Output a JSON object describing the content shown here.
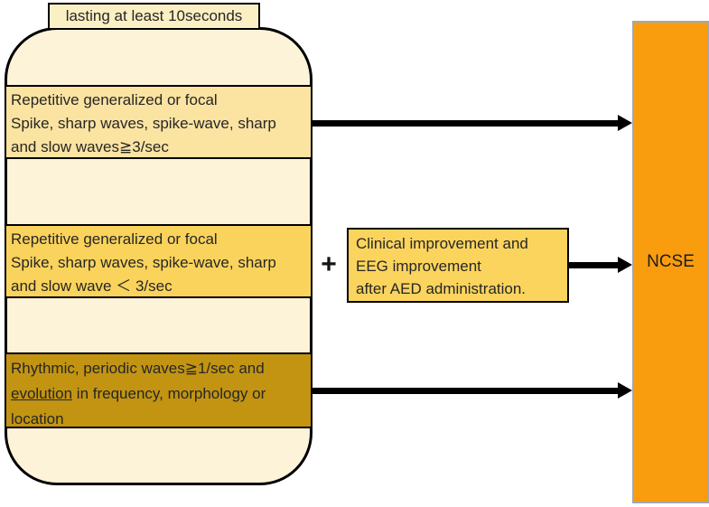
{
  "duration_label": "lasting at least 10seconds",
  "plus_sign": "+",
  "criteria": [
    {
      "lines": [
        "Repetitive generalized or focal",
        "Spike, sharp waves, spike-wave, sharp",
        "and slow waves≧3/sec"
      ]
    },
    {
      "lines": [
        "Repetitive generalized or focal",
        "Spike, sharp waves, spike-wave, sharp",
        "and slow wave ＜ 3/sec"
      ]
    },
    {
      "line1": "Rhythmic, periodic waves≧1/sec and",
      "line2_underlined": "evolution",
      "line2_rest": " in frequency, morphology or",
      "line3": "location"
    }
  ],
  "aed_box": {
    "lines": [
      "Clinical improvement and",
      "EEG improvement",
      "after AED administration."
    ]
  },
  "outcome_label": "NCSE",
  "colors": {
    "container_fill": "#FDF3D9",
    "criterion1_fill": "#FBE3A1",
    "criterion2_fill": "#FAD35C",
    "criterion3_fill": "#C29412",
    "aed_fill": "#FBD45E",
    "duration_label_fill": "#FBEFC4",
    "ncse_fill": "#F99D0F",
    "ncse_border": "#9FA8B8",
    "arrow_color": "#000000",
    "outline_color": "#000000"
  }
}
